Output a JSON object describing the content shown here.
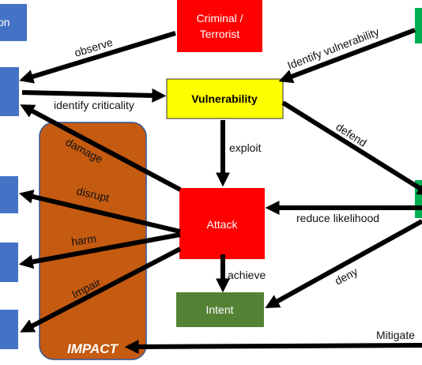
{
  "nodes": {
    "top_left_box": {
      "label": "on"
    },
    "criminal": {
      "line1": "Criminal /",
      "line2": "Terrorist"
    },
    "vulnerability": {
      "label": "Vulnerability"
    },
    "attack": {
      "label": "Attack"
    },
    "intent": {
      "label": "Intent"
    },
    "impact": {
      "label": "IMPACT"
    }
  },
  "edges": {
    "observe": "observe",
    "identify_vulnerability": "Identify vulnerability",
    "identify_criticality": "identify criticality",
    "damage": "damage",
    "exploit": "exploit",
    "defend": "defend",
    "disrupt": "disrupt",
    "reduce_likelihood": "reduce likelihood",
    "harm": "harm",
    "achieve": "achieve",
    "deny": "deny",
    "impair": "Impair",
    "mitigate": "Mitigate"
  },
  "colors": {
    "blue": "#4472c4",
    "red": "#ff0000",
    "yellow": "#ffff00",
    "green_dark": "#548235",
    "green_bright": "#00b050",
    "impact_orange": "#c55a11",
    "impact_border": "#2f5597",
    "arrow": "#000000"
  }
}
